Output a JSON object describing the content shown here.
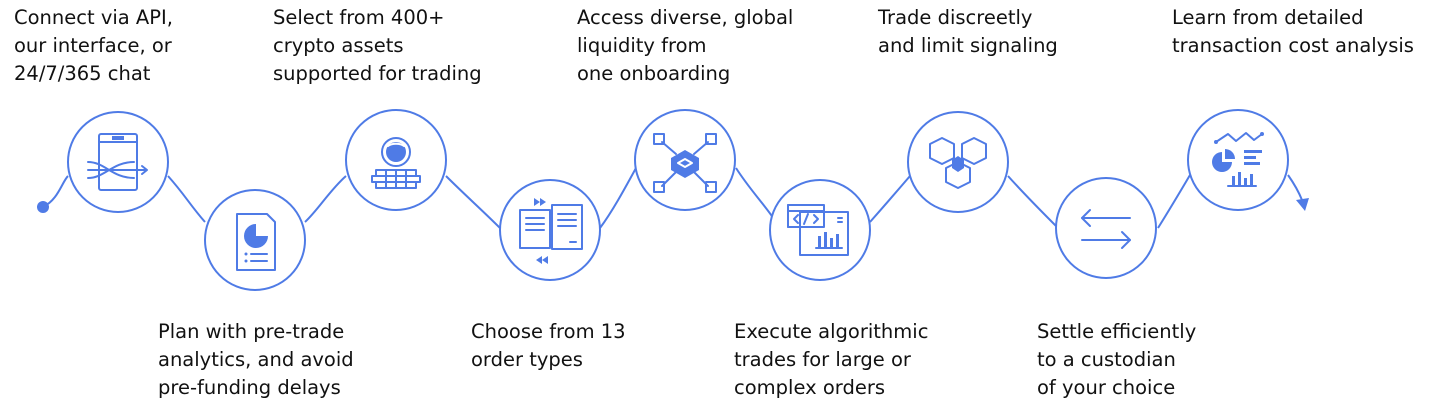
{
  "accent": "#4f7be6",
  "steps": [
    {
      "icon": "api-interface-icon",
      "lines": [
        "Connect via API,",
        "our interface, or",
        "24/7/365 chat"
      ]
    },
    {
      "icon": "analytics-document-icon",
      "lines": [
        "Plan with pre-trade",
        "analytics, and avoid",
        "pre-funding delays"
      ]
    },
    {
      "icon": "crypto-coin-stack-icon",
      "lines": [
        "Select from 400+",
        "crypto assets",
        "supported for trading"
      ]
    },
    {
      "icon": "order-types-icon",
      "lines": [
        "Choose from 13",
        "order types"
      ]
    },
    {
      "icon": "liquidity-network-icon",
      "lines": [
        "Access diverse, global",
        "liquidity from",
        "one onboarding"
      ]
    },
    {
      "icon": "algorithmic-code-chart-icon",
      "lines": [
        "Execute algorithmic",
        "trades for large or",
        "complex orders"
      ]
    },
    {
      "icon": "hexagon-cluster-icon",
      "lines": [
        "Trade discreetly",
        "and limit signaling"
      ]
    },
    {
      "icon": "settlement-arrows-icon",
      "lines": [
        "Settle efficiently",
        "to a custodian",
        "of your choice"
      ]
    },
    {
      "icon": "cost-analysis-dashboard-icon",
      "lines": [
        "Learn from detailed",
        "transaction cost analysis"
      ]
    }
  ]
}
